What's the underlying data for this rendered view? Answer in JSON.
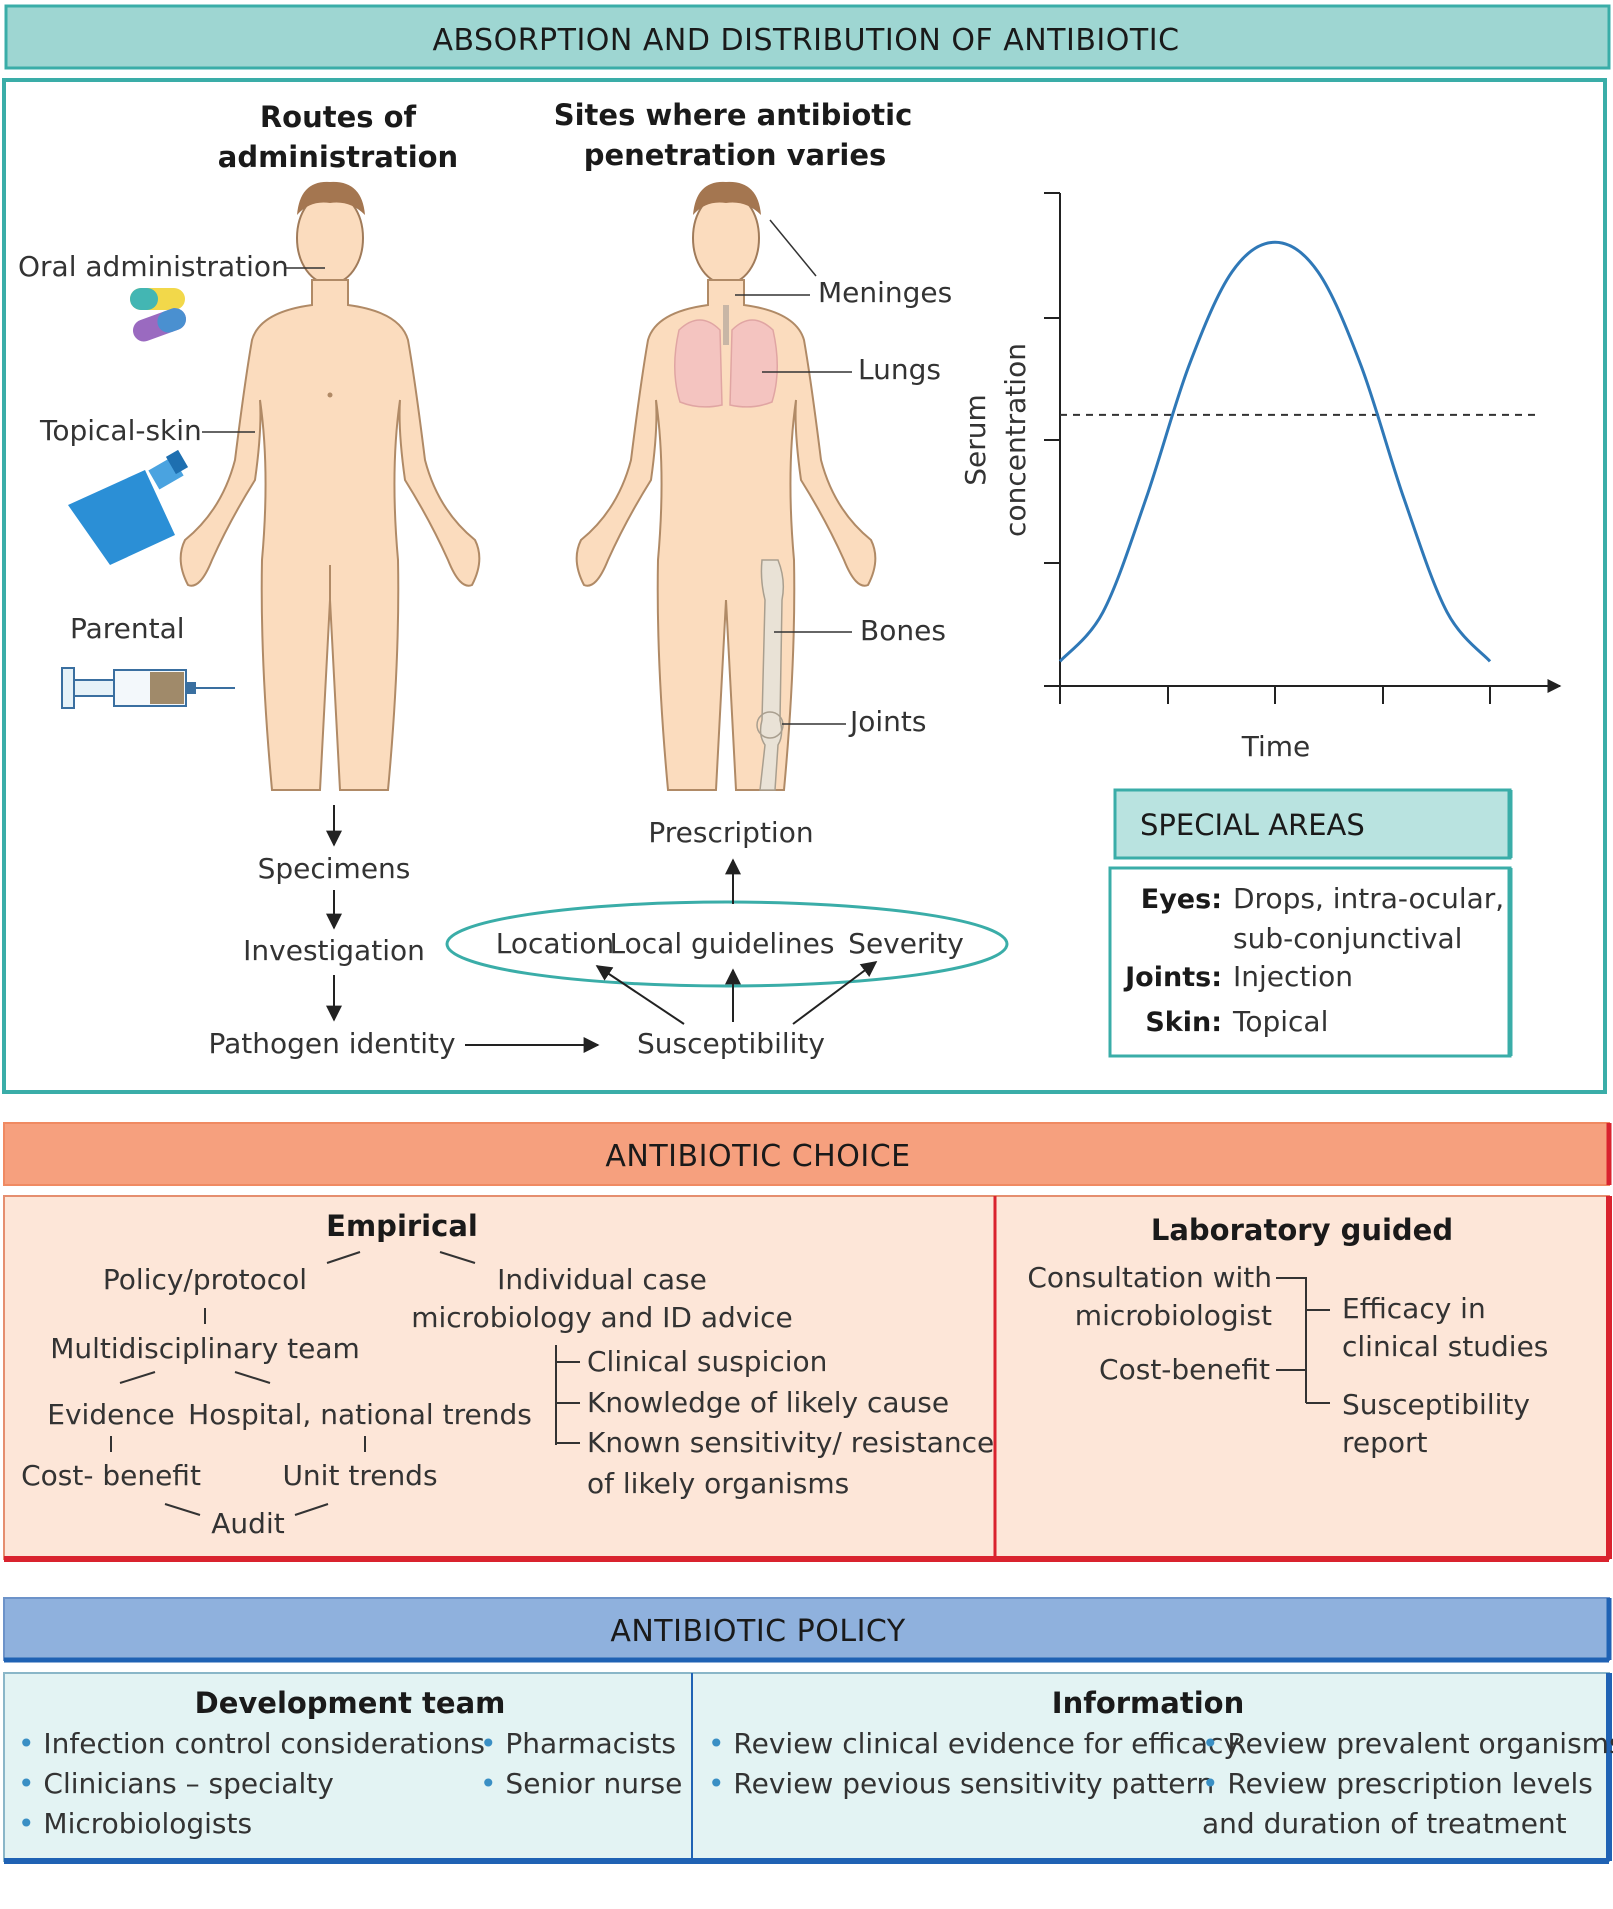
{
  "section1": {
    "header": "ABSORPTION AND DISTRIBUTION OF ANTIBIOTIC",
    "routes_title": [
      "Routes of",
      "administration"
    ],
    "sites_title": [
      "Sites where antibiotic",
      "penetration varies"
    ],
    "routes": [
      "Oral administration",
      "Topical-skin",
      "Parental"
    ],
    "sites": [
      "Meninges",
      "Lungs",
      "Bones",
      "Joints"
    ],
    "flow": {
      "specimens": "Specimens",
      "investigation": "Investigation",
      "pathogen": "Pathogen identity",
      "susceptibility": "Susceptibility",
      "prescription": "Prescription",
      "ellipse_items": [
        "Location",
        "Local guidelines",
        "Severity"
      ]
    },
    "graph": {
      "ylabel": [
        "Serum",
        "concentration"
      ],
      "xlabel": "Time"
    },
    "special_areas": {
      "title": "SPECIAL AREAS",
      "eyes_label": "Eyes:",
      "eyes_value": [
        "Drops, intra-ocular,",
        "sub-conjunctival"
      ],
      "joints_label": "Joints:",
      "joints_value": "Injection",
      "skin_label": "Skin:",
      "skin_value": "Topical"
    }
  },
  "chart_data": {
    "type": "line",
    "x": [
      0,
      1,
      2,
      3,
      4,
      5,
      6,
      7,
      8,
      9,
      10
    ],
    "series": [
      {
        "values": [
          0.05,
          0.15,
          0.38,
          0.65,
          0.84,
          0.9,
          0.84,
          0.65,
          0.38,
          0.15,
          0.05
        ]
      }
    ],
    "threshold_line": 0.55,
    "title": "",
    "xlabel": "Time",
    "ylabel": "Serum concentration",
    "grid": false
  },
  "section2": {
    "header": "ANTIBIOTIC CHOICE",
    "empirical": {
      "title": "Empirical",
      "policy": "Policy/protocol",
      "team": "Multidisciplinary team",
      "evidence": "Evidence",
      "trends": "Hospital, national trends",
      "cost": "Cost- benefit",
      "unit": "Unit trends",
      "audit": "Audit",
      "individual": [
        "Individual case",
        "microbiology and ID advice"
      ],
      "branches": [
        "Clinical suspicion",
        "Knowledge of likely cause",
        "Known sensitivity/ resistance",
        "of likely organisms"
      ]
    },
    "lab": {
      "title": "Laboratory guided",
      "consult": [
        "Consultation with",
        "microbiologist"
      ],
      "cost": "Cost-benefit",
      "efficacy": [
        "Efficacy in",
        "clinical studies"
      ],
      "report": [
        "Susceptibility",
        "report"
      ]
    }
  },
  "section3": {
    "header": "ANTIBIOTIC POLICY",
    "dev": {
      "title": "Development team",
      "items": [
        "Infection control considerations",
        "Clinicians – specialty",
        "Microbiologists",
        "Pharmacists",
        "Senior nurse"
      ]
    },
    "info": {
      "title": "Information",
      "items": [
        "Review clinical evidence for efficacy",
        "Review pevious sensitivity pattern",
        "Review prevalent organisms",
        "Review prescription levels",
        "and duration of treatment"
      ]
    }
  },
  "colors": {
    "teal_header": "#9ed6d2",
    "teal_border": "#3aada8",
    "orange_header": "#f6a07e",
    "orange_panel": "#fde6d8",
    "red_border": "#d9232e",
    "blue_header": "#8fb1dd",
    "blue_border": "#1f62b4",
    "blue_panel": "#e3f3f3",
    "skin": "#fbdcbe",
    "curve": "#2f78b7"
  }
}
